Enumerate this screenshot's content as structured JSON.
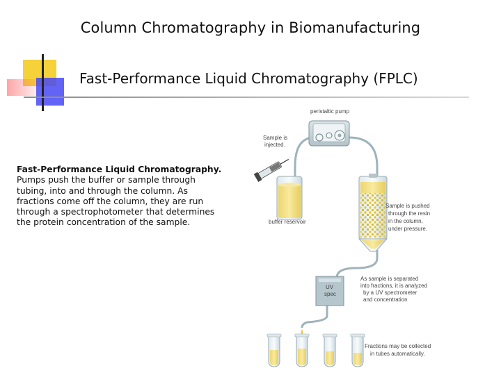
{
  "header": {
    "text": "Column Chromatography in Biomanufacturing"
  },
  "title": {
    "text": "Fast-Performance Liquid Chromatography (FPLC)"
  },
  "body": {
    "lead": "Fast-Performance Liquid Chromatography.",
    "lines": [
      "Pumps push the buffer or sample through",
      "tubing, into and through the column. As",
      "fractions come off the column, they are run",
      "through a spectrophotometer that determines",
      "the protein concentration of the sample."
    ]
  },
  "diagram": {
    "pump": "peristaltic pump",
    "sample_injected": [
      "Sample is",
      "injected."
    ],
    "buffer_reservoir": "buffer reservoir",
    "column_note": [
      "Sample is pushed",
      "through the resin",
      "in the column,",
      "under pressure."
    ],
    "uv_spec": [
      "UV",
      "spec"
    ],
    "fraction_note": [
      "As sample is separated",
      "into fractions, it is analyzed",
      "by a UV spectrometer",
      "and concentration"
    ],
    "tubes_note": [
      "Fractions may be collected",
      "in tubes automatically."
    ]
  },
  "colors": {
    "accent_yellow": "#f5d13a",
    "accent_red": "#ef3b3b",
    "accent_blue": "#2c2cf0",
    "liquid": "#f3e28e"
  }
}
